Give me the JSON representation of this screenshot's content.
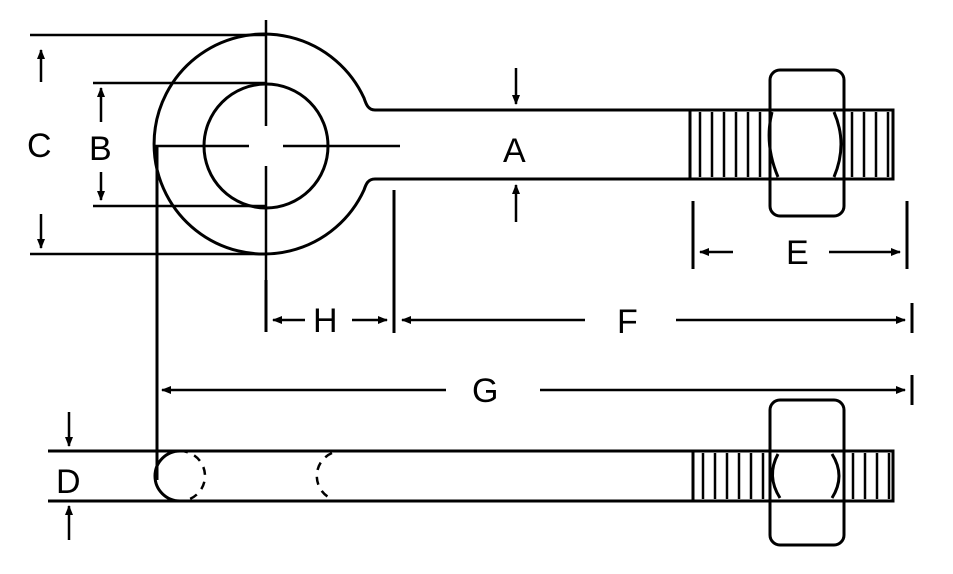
{
  "diagram": {
    "subject": "eye-bolt-dimension-drawing",
    "colors": {
      "line": "#000000",
      "background": "#ffffff"
    },
    "labels": {
      "A": "A",
      "B": "B",
      "C": "C",
      "D": "D",
      "E": "E",
      "F": "F",
      "G": "G",
      "H": "H"
    },
    "views": [
      {
        "name": "top-view",
        "parts": [
          "eye-ring",
          "shank",
          "threaded-end",
          "hex-nut"
        ]
      },
      {
        "name": "side-view",
        "parts": [
          "eye-side",
          "shank",
          "threaded-end",
          "hex-nut"
        ]
      }
    ]
  }
}
